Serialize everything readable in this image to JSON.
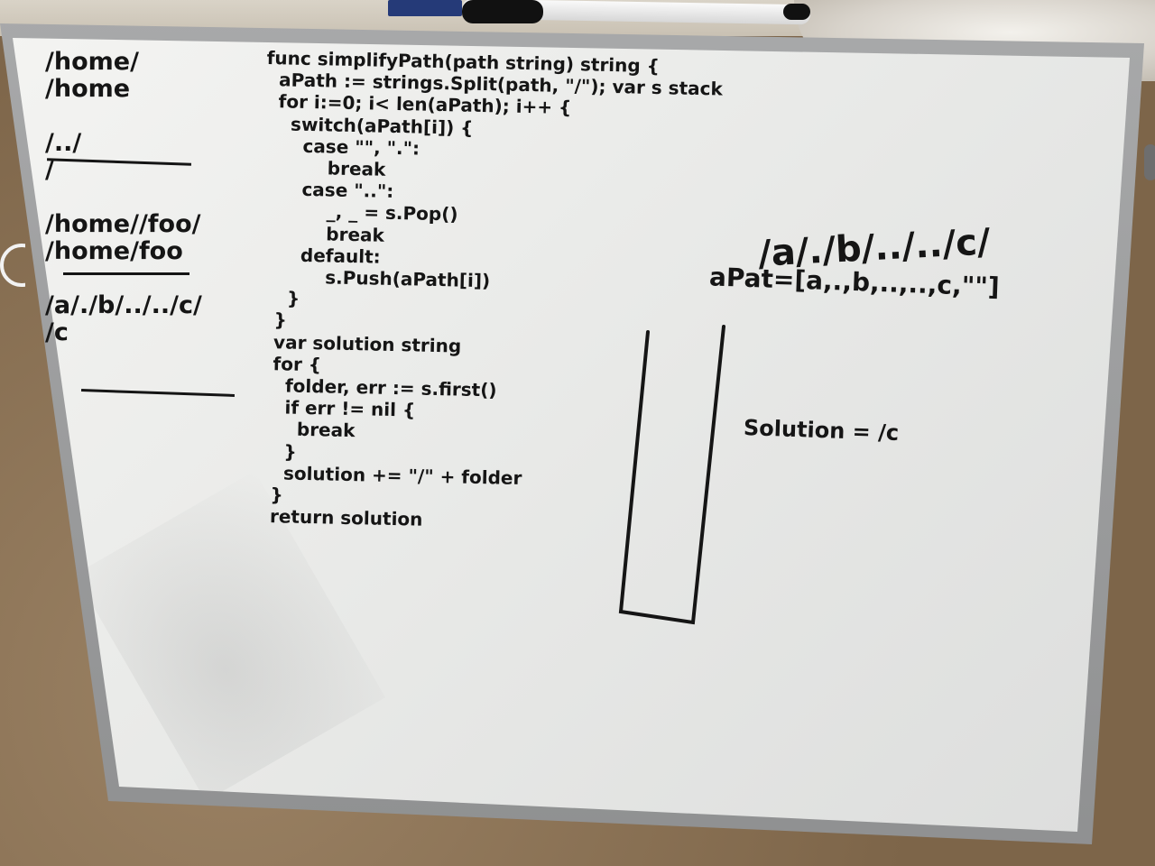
{
  "left_notes": {
    "lines": [
      "/home/",
      "/home",
      "",
      "/../",
      "/",
      "",
      "/home//foo/",
      "/home/foo",
      "",
      "/a/./b/../../c/",
      "/c"
    ]
  },
  "code": {
    "lines": [
      "func simplifyPath(path string) string {",
      "  aPath := strings.Split(path, \"/\"); var s stack",
      "  for i:=0; i< len(aPath); i++ {",
      "    switch(aPath[i]) {",
      "      case \"\", \".\":",
      "          break",
      "      case \"..\":",
      "          _, _ = s.Pop()",
      "          break",
      "      default:",
      "          s.Push(aPath[i])",
      "    }",
      "  }",
      "  var solution string",
      "  for {",
      "    folder, err := s.first()",
      "    if err != nil {",
      "      break",
      "    }",
      "    solution += \"/\" + folder",
      "  }",
      "  return solution"
    ]
  },
  "example": {
    "path": "/a/./b/../../c/",
    "apath": "aPat=[a,.,b,..,..,c,\"\"]",
    "solution": "Solution = /c"
  }
}
